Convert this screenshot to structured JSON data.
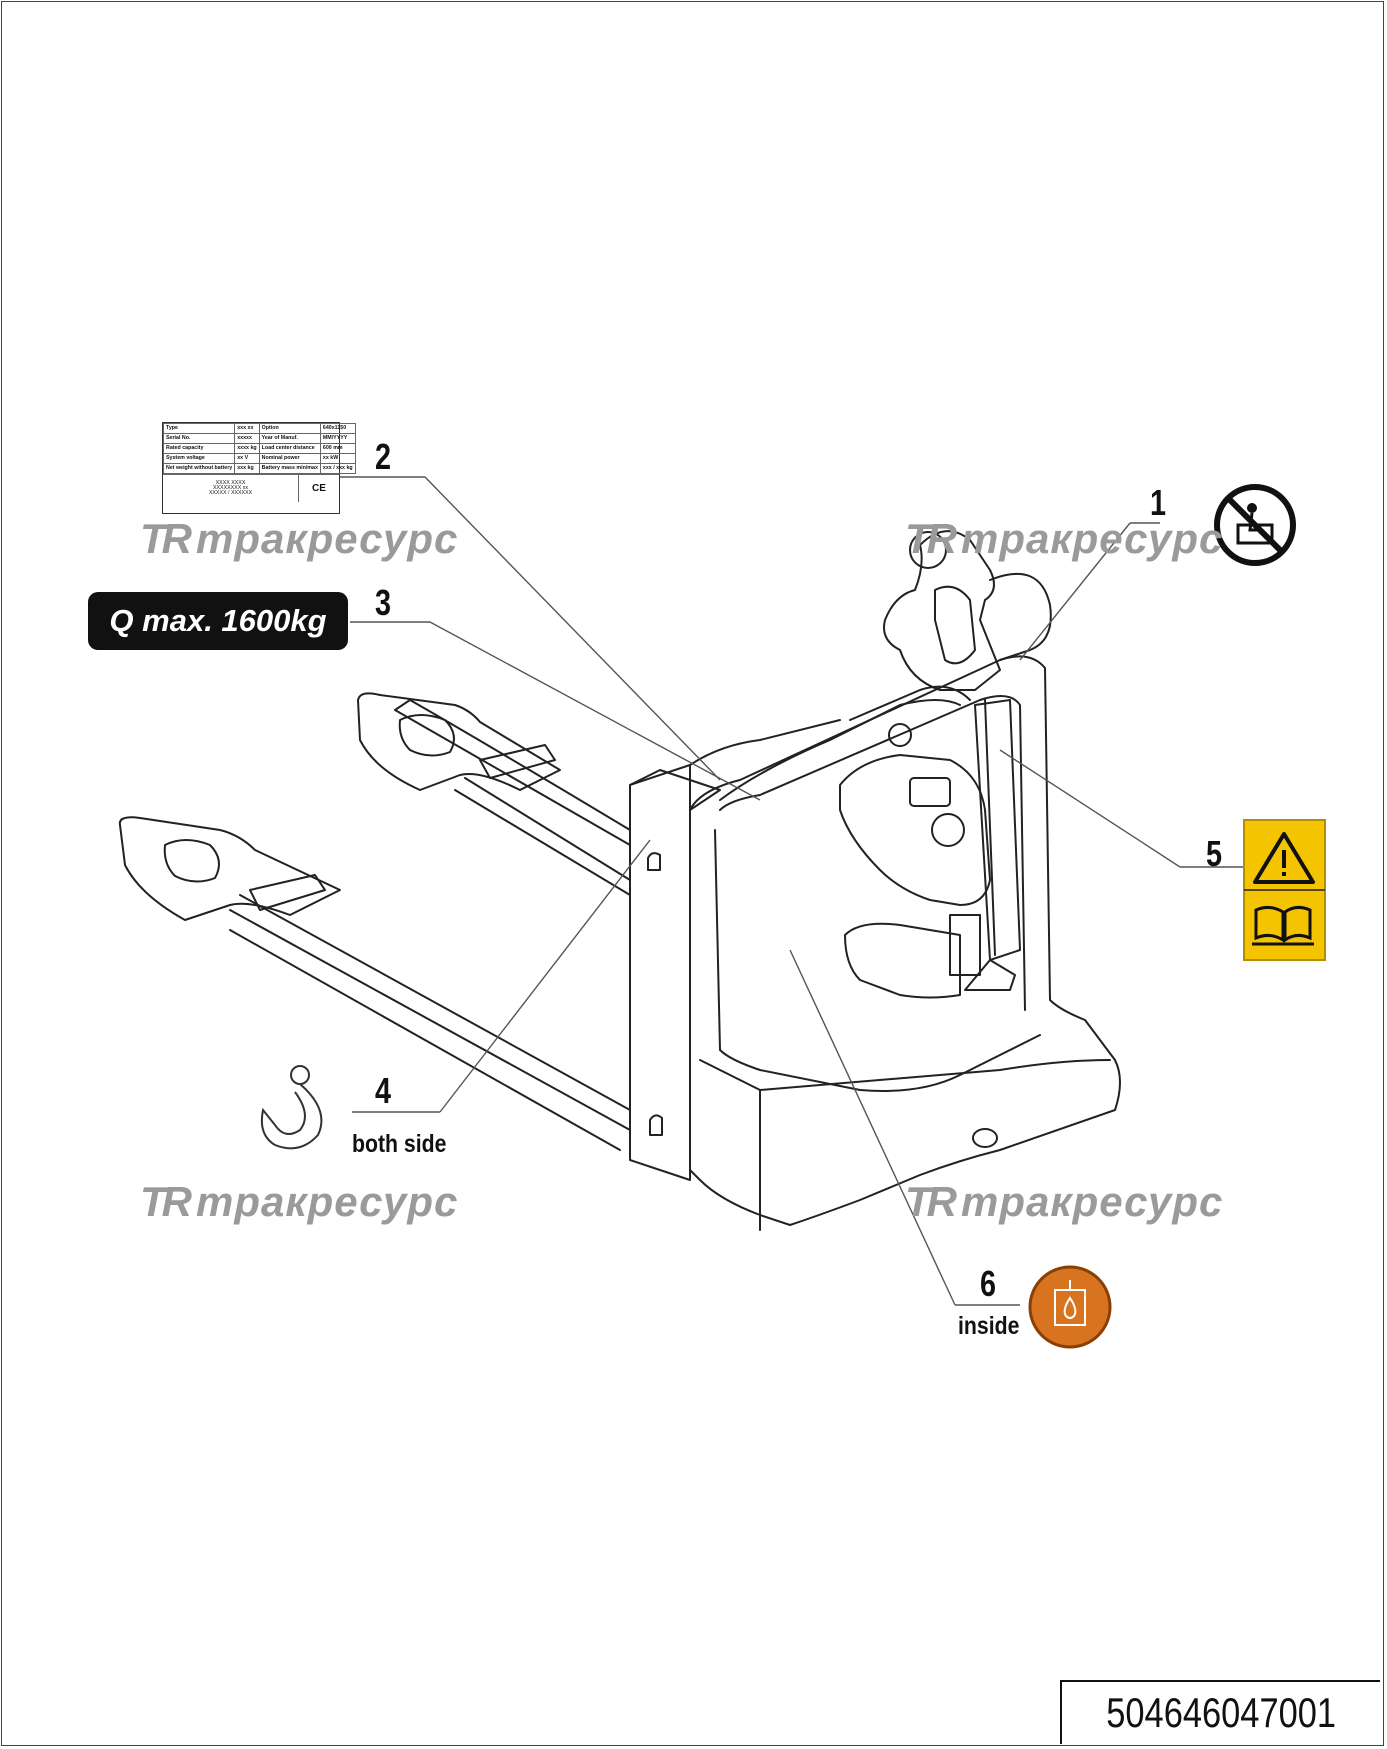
{
  "callouts": [
    {
      "number": "1"
    },
    {
      "number": "2"
    },
    {
      "number": "3"
    },
    {
      "number": "4",
      "note": "both side"
    },
    {
      "number": "5"
    },
    {
      "number": "6",
      "note": "inside"
    }
  ],
  "decals": {
    "capacity_label": "Q max. 1600kg",
    "nameplate": {
      "rows": [
        [
          "Type",
          "xxx xx",
          "Option",
          "640x1150"
        ],
        [
          "Serial No.",
          "xxxxx",
          "Year of Manuf.",
          "MM/YYYY"
        ],
        [
          "Rated capacity",
          "xxxx kg",
          "Load center distance",
          "600 mm"
        ],
        [
          "System voltage",
          "xx V",
          "Nominal power",
          "xx kW"
        ],
        [
          "Net weight without battery",
          "xxx kg",
          "Battery mass min/max",
          "xxx / xxx kg"
        ]
      ],
      "address_lines": [
        "XXXX XXXX",
        "XXXXXXXX xx",
        "XXXXX / XXXXXX"
      ],
      "ce_mark": "CE"
    },
    "no_riding_icon": "no-riding-icon",
    "warning_icon": "warning-triangle-icon",
    "manual_icon": "read-manual-book-icon",
    "fluid_icon": "hydraulic-oil-icon",
    "colors": {
      "warning_yellow": "#f5c400",
      "oil_orange": "#d8741f",
      "watermark_gray": "#9a9a9a"
    }
  },
  "watermark": {
    "logo": "TR",
    "text": "тракресурс"
  },
  "part_number": "504646047001"
}
